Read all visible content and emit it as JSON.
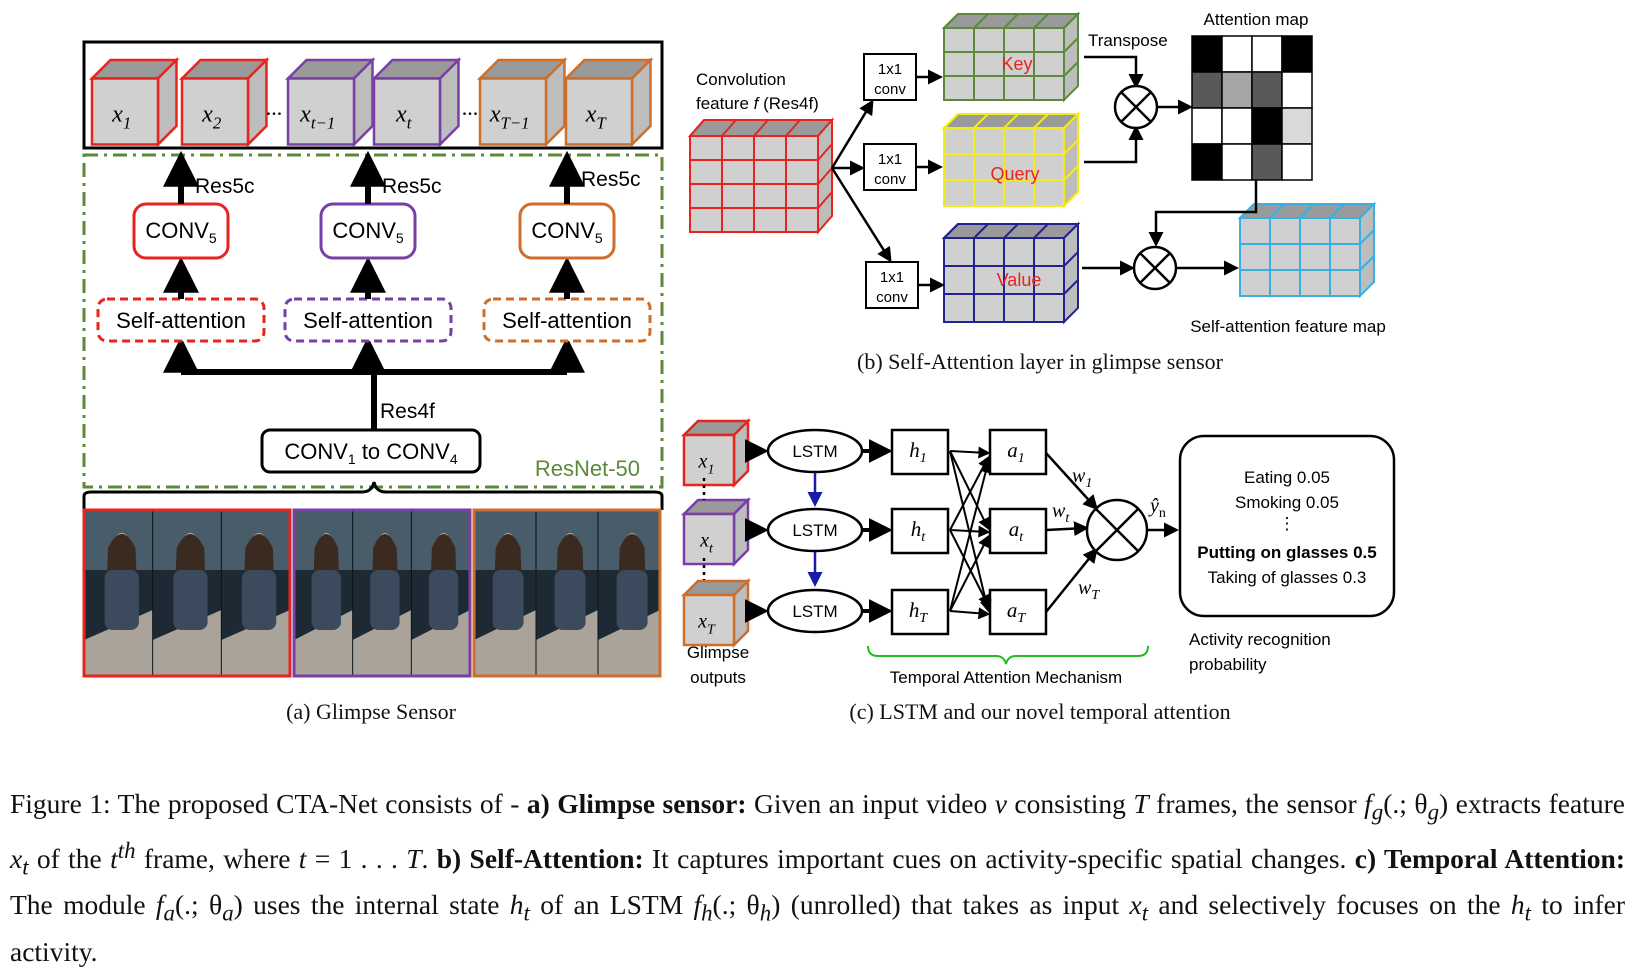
{
  "figure": {
    "glimpse": {
      "cubes": [
        "x",
        "x",
        "x",
        "x",
        "x",
        "x"
      ],
      "cube_subscripts": [
        "1",
        "2",
        "t−1",
        "t",
        "T−1",
        "T"
      ],
      "ellipsis": "...",
      "res5c_label": "Res5c",
      "conv5_label": "CONV",
      "conv5_sub": "5",
      "self_attention_label": "Self-attention",
      "res4f_label": "Res4f",
      "conv14_label_a": "CONV",
      "conv14_sub_a": "1",
      "conv14_mid": " to CONV",
      "conv14_sub_b": "4",
      "resnet_label": "ResNet-50",
      "caption": "(a) Glimpse Sensor"
    },
    "self_attention": {
      "feature_label_1": "Convolution",
      "feature_label_2_pre": "feature ",
      "feature_label_2_var": "f",
      "feature_label_2_post": " (Res4f)",
      "conv1x1_top": "1x1",
      "conv1x1_bottom": "conv",
      "key_label": "Key",
      "query_label": "Query",
      "value_label": "Value",
      "transpose_label": "Transpose",
      "attention_map_label": "Attention map",
      "output_label": "Self-attention feature map",
      "caption": "(b) Self-Attention layer in glimpse sensor"
    },
    "temporal": {
      "inputs": [
        "x",
        "x",
        "x"
      ],
      "input_subs": [
        "1",
        "t",
        "T"
      ],
      "lstm_label": "LSTM",
      "hidden": [
        "h",
        "h",
        "h"
      ],
      "hidden_subs": [
        "1",
        "t",
        "T"
      ],
      "attn": [
        "a",
        "a",
        "a"
      ],
      "attn_subs": [
        "1",
        "t",
        "T"
      ],
      "weights": [
        "w",
        "w",
        "w"
      ],
      "weight_subs": [
        "1",
        "t",
        "T"
      ],
      "yhat_label": "ŷ",
      "yhat_sub": "n",
      "glimpse_outputs_1": "Glimpse",
      "glimpse_outputs_2": "outputs",
      "mechanism_label": "Temporal Attention Mechanism",
      "predictions": [
        "Eating 0.05",
        "Smoking 0.05",
        "⋮",
        "Putting on glasses 0.5",
        "Taking of glasses 0.3"
      ],
      "prob_label_1": "Activity recognition",
      "prob_label_2": "probability",
      "caption": "(c) LSTM and our novel temporal attention"
    },
    "caption": {
      "p1": "Figure 1: The proposed CTA-Net consists of - ",
      "b1": "a) Glimpse sensor:",
      "p2": " Given an input video ",
      "v_var": "v",
      "p3": " consisting ",
      "T_var1": "T",
      "p4": " frames, the sensor ",
      "fg_var": "f",
      "fg_sub": "g",
      "fg_args": "(.; θ",
      "fg_args_sub": "g",
      "fg_close": ")",
      "p5": " extracts feature ",
      "xt_var": "x",
      "xt_sub": "t",
      "p6": " of the ",
      "th_var": "t",
      "th_sup": "th",
      "p7": " frame, where ",
      "t_eq": "t",
      "p8": " = 1 . . . ",
      "T_var2": "T",
      "p9": ". ",
      "b2": "b) Self-Attention:",
      "p10": " It captures important cues on activity-specific spatial changes. ",
      "b3": "c) Temporal Attention:",
      "p11": " The module ",
      "fa_var": "f",
      "fa_sub": "a",
      "fa_args": "(.; θ",
      "fa_args_sub": "a",
      "fa_close": ")",
      "p12": " uses the internal state ",
      "ht_var": "h",
      "ht_sub": "t",
      "p13": " of an LSTM ",
      "fh_var": "f",
      "fh_sub": "h",
      "fh_args": "(.; θ",
      "fh_args_sub": "h",
      "fh_close": ")",
      "p14": " (unrolled) that takes as input ",
      "xt2_var": "x",
      "xt2_sub": "t",
      "p15": " and selectively focuses on the ",
      "ht2_var": "h",
      "ht2_sub": "t",
      "p16": " to infer activity."
    },
    "colors": {
      "red": "#e8241e",
      "purple": "#7a3fa6",
      "orange": "#cf6d2a",
      "green": "#5a8a3a",
      "yellow": "#f5ea1a",
      "navy": "#23238f",
      "cyan": "#3bb0e0",
      "cube_fill": "#d0d0d0"
    },
    "attention_map_levels": [
      [
        0,
        1,
        1,
        0
      ],
      [
        0.35,
        0.65,
        0.35,
        1
      ],
      [
        1,
        1,
        0,
        0.85
      ],
      [
        0,
        1,
        0.35,
        1
      ]
    ]
  }
}
